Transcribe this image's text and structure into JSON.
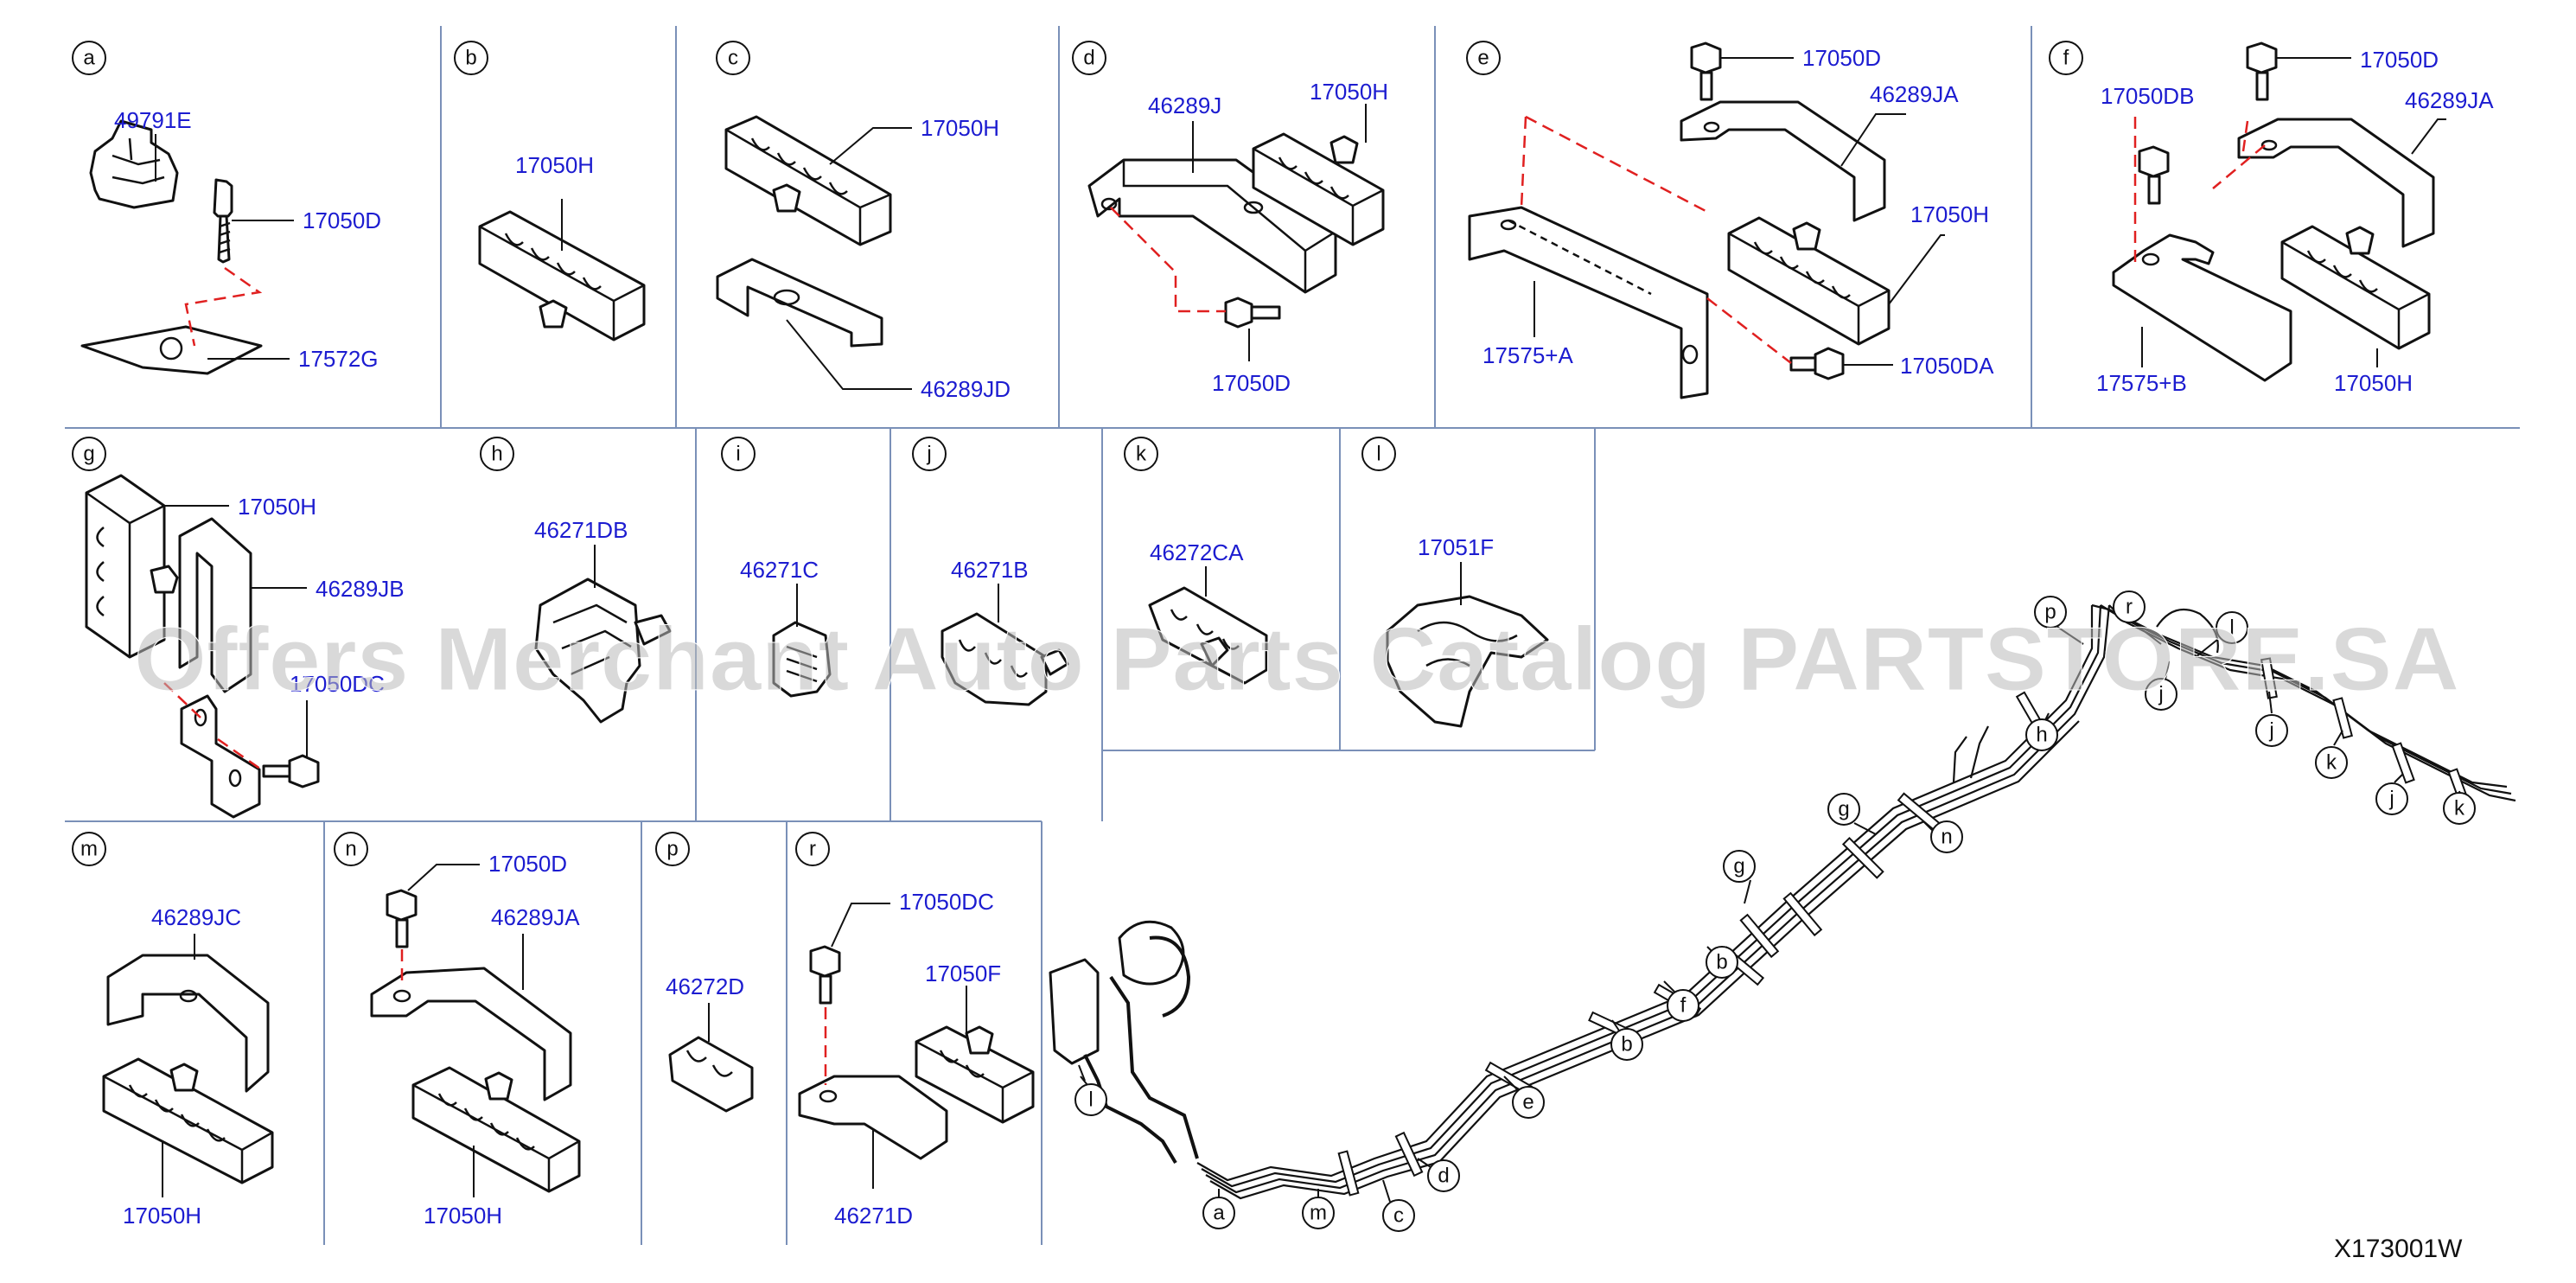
{
  "diagram": {
    "drawing_code": "X173001W",
    "watermark": "Offers Merchant Auto Parts Catalog PARTSTORE.SA",
    "colors": {
      "part_number": "#1c1cd0",
      "divider": "#7a90b8",
      "dash": "#e02020",
      "watermark": "#b9b9b9"
    },
    "panels": [
      {
        "id": "a",
        "parts": [
          "49791E",
          "17050D",
          "17572G"
        ]
      },
      {
        "id": "b",
        "parts": [
          "17050H"
        ]
      },
      {
        "id": "c",
        "parts": [
          "17050H",
          "46289JD"
        ]
      },
      {
        "id": "d",
        "parts": [
          "46289J",
          "17050H",
          "17050D"
        ]
      },
      {
        "id": "e",
        "parts": [
          "17050D",
          "46289JA",
          "17050H",
          "17575+A",
          "17050DA"
        ]
      },
      {
        "id": "f",
        "parts": [
          "17050D",
          "17050DB",
          "46289JA",
          "17575+B",
          "17050H"
        ]
      },
      {
        "id": "g",
        "parts": [
          "17050H",
          "46289JB",
          "17050DC"
        ]
      },
      {
        "id": "h",
        "parts": [
          "46271DB"
        ]
      },
      {
        "id": "i",
        "parts": [
          "46271C"
        ]
      },
      {
        "id": "j",
        "parts": [
          "46271B"
        ]
      },
      {
        "id": "k",
        "parts": [
          "46272CA"
        ]
      },
      {
        "id": "l",
        "parts": [
          "17051F"
        ]
      },
      {
        "id": "m",
        "parts": [
          "46289JC",
          "17050H"
        ]
      },
      {
        "id": "n",
        "parts": [
          "17050D",
          "46289JA",
          "17050H"
        ]
      },
      {
        "id": "p",
        "parts": [
          "46272D"
        ]
      },
      {
        "id": "r",
        "parts": [
          "17050DC",
          "17050F",
          "46271D"
        ]
      }
    ],
    "overview_callouts": [
      "p",
      "r",
      "l",
      "h",
      "j",
      "j",
      "k",
      "j",
      "k",
      "g",
      "n",
      "g",
      "b",
      "f",
      "b",
      "e",
      "d",
      "a",
      "m",
      "c",
      "l"
    ]
  }
}
